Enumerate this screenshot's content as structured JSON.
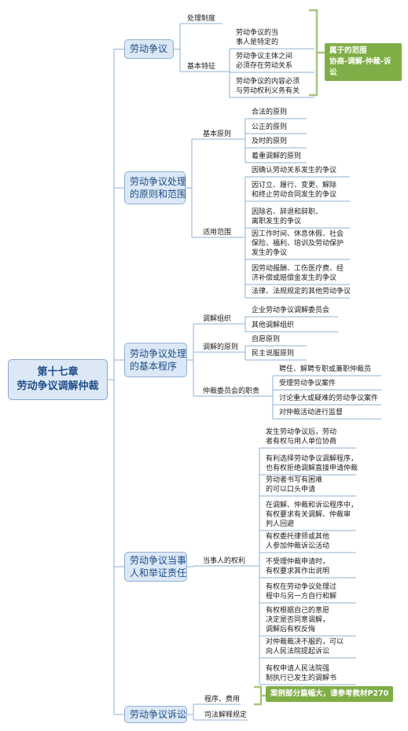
{
  "root": "第十七章\n劳动争议调解仲裁",
  "sections": [
    {
      "label": "劳动争议",
      "subs": [
        {
          "label": "处理制度",
          "items": []
        },
        {
          "label": "基本特征",
          "items": [
            "劳动争议的当\n事人是特定的",
            "劳动争议主体之间\n必须存在劳动关系",
            "劳动争议的内容必须\n与劳动权利义务有关"
          ]
        }
      ]
    },
    {
      "label": "劳动争议处理\n的原则和范围",
      "subs": [
        {
          "label": "基本原则",
          "items": [
            "合法的原则",
            "公正的原则",
            "及时的原则",
            "着重调解的原则"
          ]
        },
        {
          "label": "适用范围",
          "items": [
            "因确认劳动关系发生的争议",
            "因订立、履行、变更、解除\n和终止劳动合同发生的争议",
            "因除名、辞退和辞职、\n离职发生的争议",
            "因工作时间、休息休假、社会\n保险、福利、培训及劳动保护\n发生的争议",
            "因劳动报酬、工伤医疗费、经\n济补偿或赔偿金发生的争议",
            "法律、法规规定的其他劳动争议"
          ]
        }
      ]
    },
    {
      "label": "劳动争议处理\n的基本程序",
      "subs": [
        {
          "label": "调解组织",
          "items": [
            "企业劳动争议调解委员会",
            "其他调解组织"
          ]
        },
        {
          "label": "调解的原则",
          "items": [
            "自愿原则",
            "民主说服原则"
          ]
        },
        {
          "label": "仲裁委员会的职责",
          "items": [
            "聘任、解聘专职或兼职仲裁员",
            "受理劳动争议案件",
            "讨论重大或疑难的劳动争议案件",
            "对仲裁活动进行监督"
          ]
        }
      ]
    },
    {
      "label": "劳动争议当事\n人和举证责任",
      "subs": [
        {
          "label": "当事人的权利",
          "items": [
            "发生劳动争议后，劳动\n者有权与用人单位协商",
            "有利选择劳动争议调解程序，\n也有权拒绝调解直接申请仲裁",
            "劳动者书写有困难\n的可以口头申请",
            "在调解、仲裁和诉讼程序中，\n有权要求有关调解、仲裁审\n判人回避",
            "有权委托律师或其他\n人参加仲裁诉讼活动",
            "不受理仲裁申请时，\n有权要求其作出说明",
            "有权在劳动争议处理过\n程中与另一方自行和解",
            "有权根据自己的意愿\n决定是否同意调解，\n调解后有权反悔",
            "对仲裁裁决不服的，可以\n向人民法院提起诉讼",
            "有权申请人民法院强\n制执行已发生的调解书"
          ]
        }
      ]
    },
    {
      "label": "劳动争议诉讼",
      "subs": [
        {
          "label": "程序、费用",
          "items": []
        },
        {
          "label": "司法解释规定",
          "items": []
        }
      ]
    }
  ],
  "notes": {
    "scope": "属于的范围\n协商-调解-仲裁-诉讼",
    "textbook": "案例部分篇幅大，请参考教材P270"
  },
  "colors": {
    "line": "#8fb0d6",
    "bracket": "#a9c47f",
    "note_bg": "#7fae46"
  }
}
